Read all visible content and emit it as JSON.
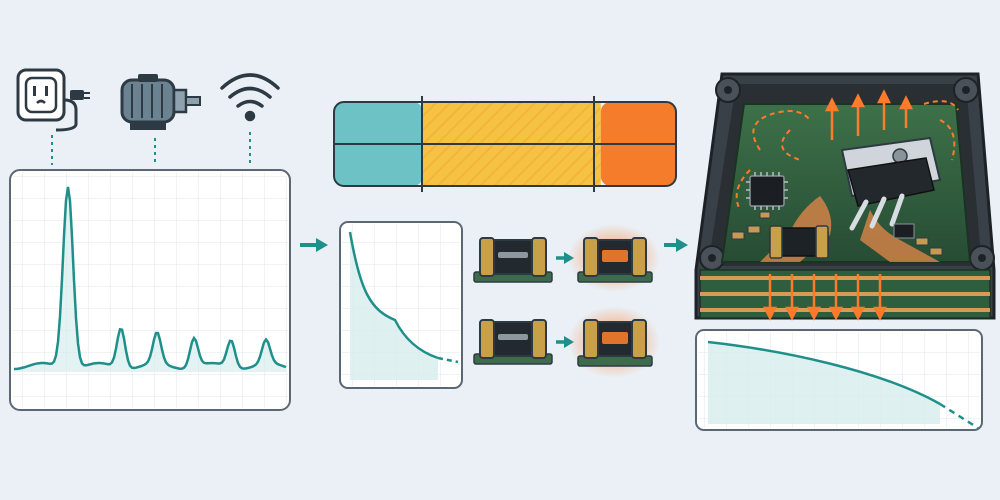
{
  "diagram": {
    "colors": {
      "background": "#eaf0f6",
      "teal": "#1f8f8a",
      "teal_light": "#6cc2c4",
      "yellow": "#f6c244",
      "orange": "#f47c2a",
      "pcb_green": "#2f5e3f",
      "enclosure": "#3a4047",
      "outline": "#2d3a44"
    },
    "sources": [
      {
        "name": "power-outlet-icon"
      },
      {
        "name": "electric-motor-icon"
      },
      {
        "name": "wifi-signal-icon"
      }
    ],
    "noise_spectrum": {
      "peak_heights": [
        1.0,
        0.22,
        0.17,
        0.16,
        0.15,
        0.13
      ]
    },
    "attenuation_bands": [
      {
        "color": "#6cc2c4",
        "fraction": 0.26
      },
      {
        "color": "#f6c244",
        "fraction": 0.52
      },
      {
        "color": "#f47c2a",
        "fraction": 0.22
      }
    ],
    "filter_stages": [
      {
        "input": "common-mode-choke-icon",
        "output": "heated-choke-icon"
      },
      {
        "input": "common-mode-choke-icon",
        "output": "heated-choke-icon"
      }
    ],
    "enclosure": {
      "heat_flow": "upward-and-through-vias",
      "components": [
        "regulator-to220-icon",
        "microcontroller-icon",
        "inductor-icon",
        "capacitor-icon"
      ]
    }
  }
}
